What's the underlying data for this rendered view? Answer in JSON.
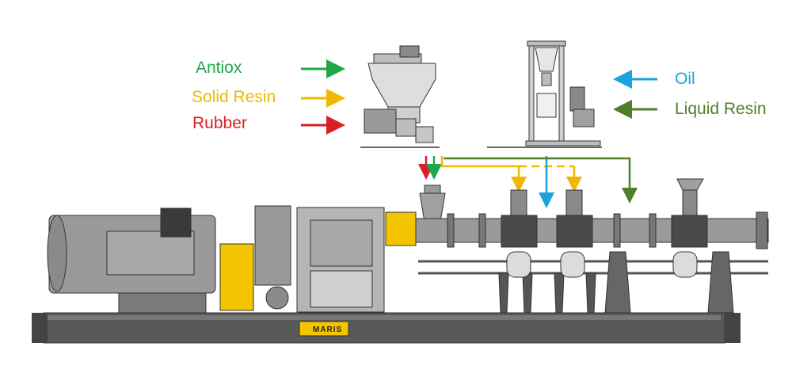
{
  "inputs_left": [
    {
      "label": "Antiox",
      "color": "#1fa84a"
    },
    {
      "label": "Solid Resin",
      "color": "#f0b800"
    },
    {
      "label": "Rubber",
      "color": "#d81f26"
    }
  ],
  "inputs_right": [
    {
      "label": "Oil",
      "color": "#1aa3dc"
    },
    {
      "label": "Liquid Resin",
      "color": "#4f7f2a"
    }
  ],
  "brand": {
    "name": "MARIS"
  },
  "colors": {
    "machine_gray": "#9a9a9a",
    "dark": "#3a3a3a",
    "yellow": "#f2c500",
    "light_gray": "#d4d4d4"
  },
  "icons": [
    "arrow-right-icon",
    "arrow-left-icon",
    "arrow-down-icon",
    "maris-logo-icon"
  ]
}
